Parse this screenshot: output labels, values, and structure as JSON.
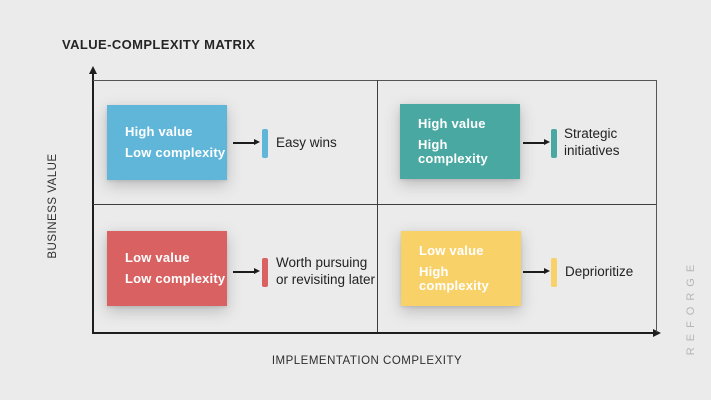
{
  "title": "VALUE-COMPLEXITY MATRIX",
  "axes": {
    "y_label": "BUSINESS VALUE",
    "x_label": "IMPLEMENTATION COMPLEXITY"
  },
  "watermark": "REFORGE",
  "colors": {
    "background": "#ebebeb",
    "blue": "#5fb6d8",
    "teal": "#49a8a1",
    "red": "#d96161",
    "yellow": "#f9d169",
    "axis_line": "#1e1e1e",
    "grid_line": "#3e3e3e",
    "box_text": "#ffffff",
    "label_text": "#222222",
    "watermark_gray": "#b6b6b6"
  },
  "quadrants": [
    {
      "id": "high-value-low-complexity",
      "color": "#5fb6d8",
      "box_lines": [
        "High value",
        "Low complexity"
      ],
      "label_lines": [
        "Easy wins",
        ""
      ]
    },
    {
      "id": "high-value-high-complexity",
      "color": "#49a8a1",
      "box_lines": [
        "High value",
        "High complexity"
      ],
      "label_lines": [
        "Strategic",
        "initiatives"
      ]
    },
    {
      "id": "low-value-low-complexity",
      "color": "#d96161",
      "box_lines": [
        "Low value",
        "Low complexity"
      ],
      "label_lines": [
        "Worth pursuing",
        "or revisiting later"
      ]
    },
    {
      "id": "low-value-high-complexity",
      "color": "#f9d169",
      "box_lines": [
        "Low value",
        "High complexity"
      ],
      "label_lines": [
        "Deprioritize",
        ""
      ]
    }
  ]
}
